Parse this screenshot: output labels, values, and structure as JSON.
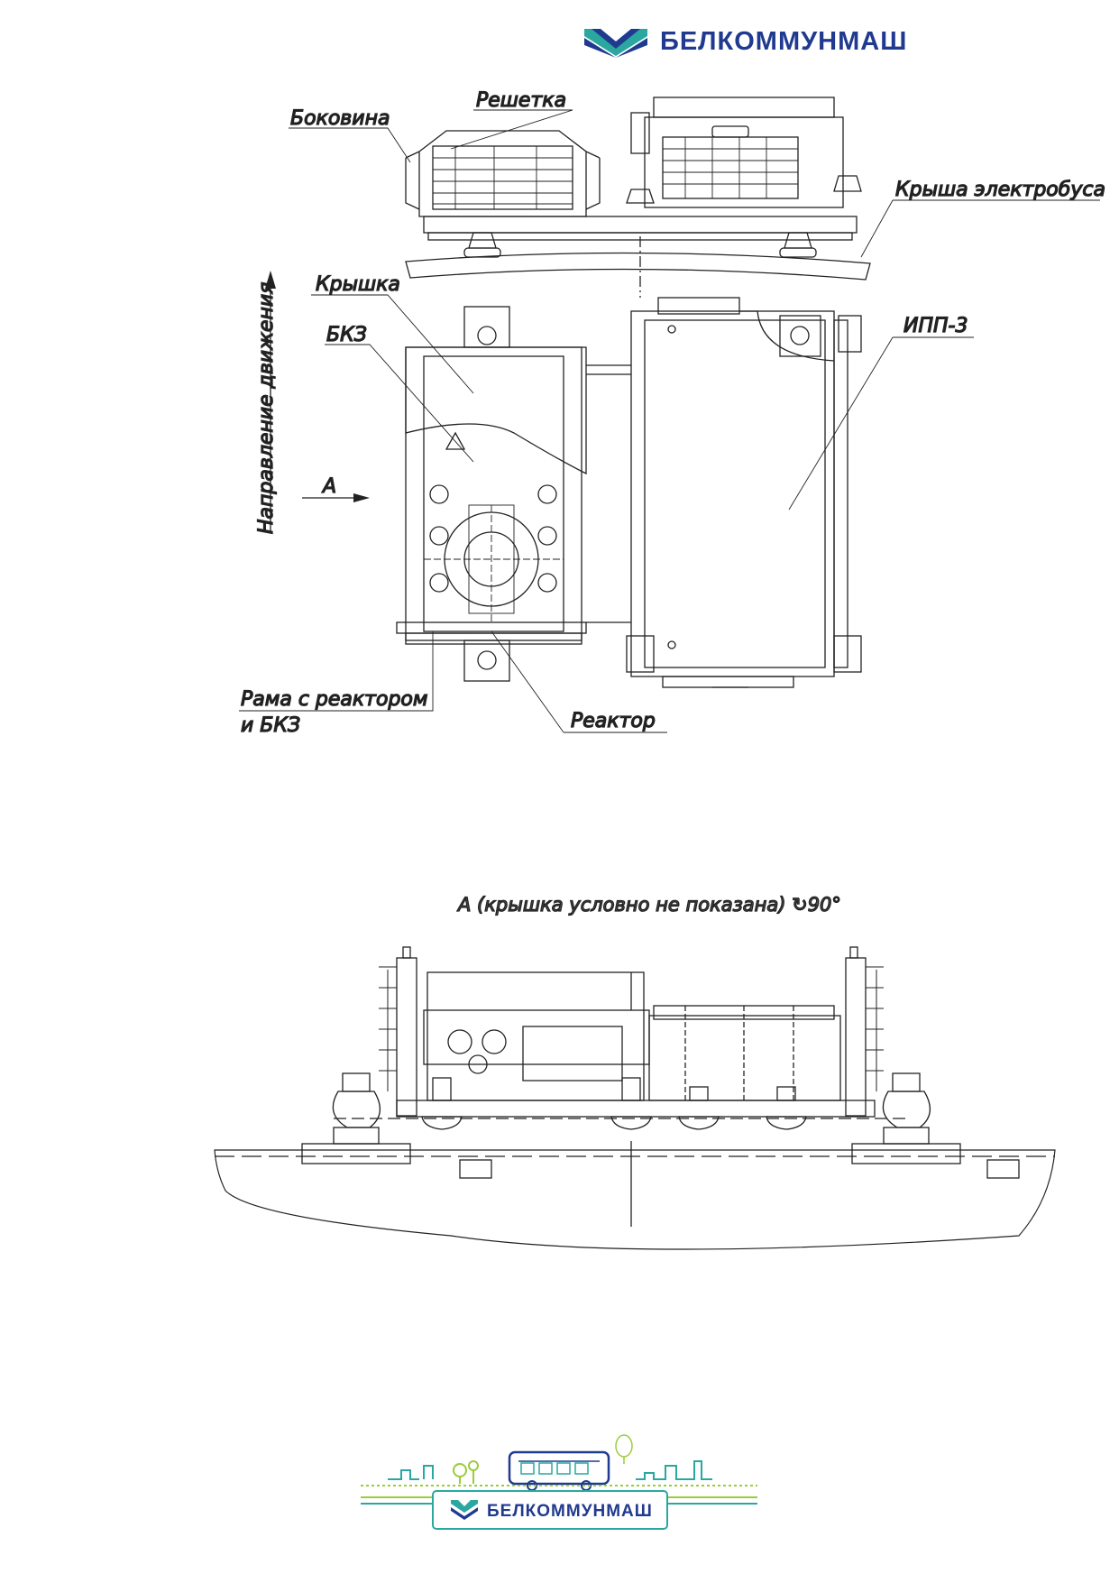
{
  "header": {
    "brand_name": "БЕЛКОММУНМАШ",
    "brand_color": "#203a8f",
    "accent_color": "#2aa8a0",
    "lime_color": "#9ccc3c"
  },
  "labels": {
    "side_panel": "Боковина",
    "grille": "Решетка",
    "bus_roof": "Крыша электробуса",
    "cover": "Крышка",
    "bkz": "БКЗ",
    "ipp": "ИПП-3",
    "direction": "Направление движения",
    "view_a": "А",
    "frame_line1": "Рама с реактором",
    "frame_line2": "и БКЗ",
    "reactor": "Реактор"
  },
  "view_caption": "А (крышка условно не показана) ↻90°",
  "footer": {
    "brand_name": "БЕЛКОММУНМАШ"
  }
}
